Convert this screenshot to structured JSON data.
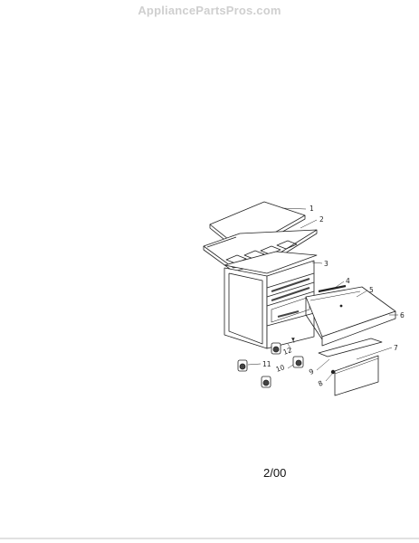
{
  "watermark": "AppliancePartsPros.com",
  "date_code": "2/00",
  "callouts": {
    "c1": "1",
    "c2": "2",
    "c3": "3",
    "c4": "4",
    "c5": "5",
    "c6": "6",
    "c7": "7",
    "c8": "8",
    "c9": "9",
    "c10": "10",
    "c11": "11",
    "c12": "12"
  }
}
